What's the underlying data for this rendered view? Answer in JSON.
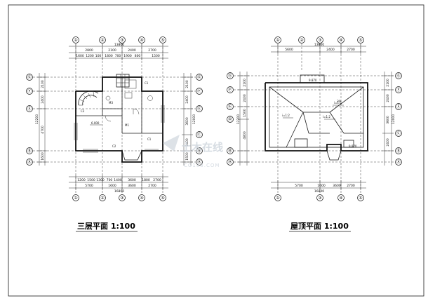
{
  "left_plan": {
    "title": "三层平面 1:100",
    "col_axes": [
      "①",
      "②",
      "③",
      "④",
      "⑤"
    ],
    "row_axes": [
      "Ⓖ",
      "Ⓕ",
      "Ⓔ",
      "Ⓓ",
      "Ⓒ",
      "Ⓑ",
      "Ⓐ"
    ],
    "top_dims_outer": [
      "2800",
      "2100",
      "2400",
      "2700"
    ],
    "top_total": "13800",
    "top_dims_inner": [
      "1600",
      "1200",
      "100",
      "1800",
      "700",
      "1900",
      "800",
      "1500"
    ],
    "bottom_dims_inner": [
      "1200",
      "1500",
      "1300",
      "700",
      "1400",
      "3600",
      "1800",
      "2700"
    ],
    "bottom_dims_outer": [
      "5700",
      "1600",
      "3600",
      "2700"
    ],
    "bottom_total": "16800",
    "left_dims": [
      "2100",
      "2400",
      "4700",
      "1600"
    ],
    "left_total": "12200",
    "right_dims": [
      "2100",
      "2400",
      "3600",
      "2400",
      "1500"
    ],
    "right_total": "12000",
    "level_label": "6.000",
    "room_labels": [
      "C2",
      "M1",
      "C1",
      "C2",
      "M3",
      "C1"
    ]
  },
  "right_plan": {
    "title": "屋顶平面 1:100",
    "col_axes": [
      "①",
      "②",
      "③",
      "④",
      "⑤"
    ],
    "row_axes": [
      "Ⓖ",
      "Ⓕ",
      "Ⓔ",
      "Ⓓ",
      "Ⓒ",
      "Ⓑ",
      "Ⓐ"
    ],
    "top_dims": [
      "5600",
      "2400",
      "2700"
    ],
    "top_total": "13800",
    "bottom_dims": [
      "5700",
      "1600",
      "3600",
      "2700"
    ],
    "bottom_total": "16800",
    "left_dims": [
      "2100",
      "2400",
      "1500",
      "4800"
    ],
    "left_total": "12200",
    "right_dims": [
      "2100",
      "2400",
      "3600",
      "2400"
    ],
    "right_total": "12000",
    "slope_labels": [
      "i=1:2",
      "i=1:2",
      "i=1:2"
    ],
    "level_labels": [
      "9.870",
      "9.870"
    ],
    "note_30": "30"
  },
  "watermark": {
    "text": "土木在线",
    "sub": "CO188.COM"
  }
}
